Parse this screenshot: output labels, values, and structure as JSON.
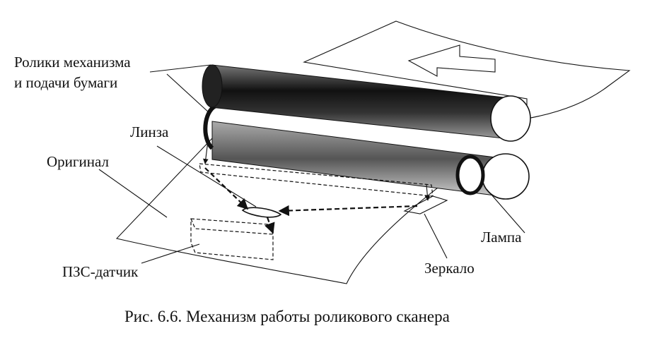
{
  "labels": {
    "rollers_line1": "Ролики механизма",
    "rollers_line2": "и подачи бумаги",
    "lens": "Линза",
    "original": "Оригинал",
    "lamp": "Лампа",
    "ccd_sensor": "ПЗС-датчик",
    "mirror": "Зеркало"
  },
  "caption": "Рис. 6.6. Механизм работы роликового сканера"
}
